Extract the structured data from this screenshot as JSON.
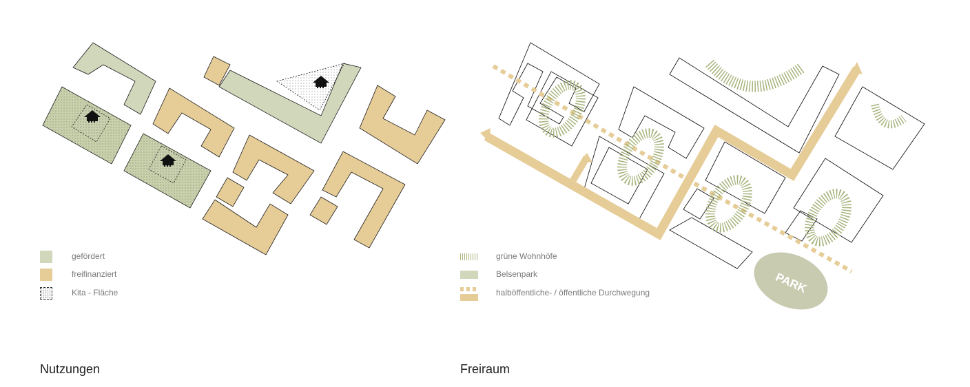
{
  "left": {
    "title": "Nutzungen",
    "legend": [
      {
        "label": "gefördert",
        "swatch": "green-fill"
      },
      {
        "label": "freifinanziert",
        "swatch": "tan-fill"
      },
      {
        "label": "Kita - Fläche",
        "swatch": "dotted-dashed"
      }
    ]
  },
  "right": {
    "title": "Freiraum",
    "park_label": "PARK",
    "legend": [
      {
        "label": "grüne Wohnhöfe",
        "swatch": "green-hatch"
      },
      {
        "label": "Belsenpark",
        "swatch": "green-fill"
      },
      {
        "label": "halböffentliche- / öffentliche Durchwegung",
        "swatch": "tan-dashed-and-solid"
      }
    ]
  },
  "colors": {
    "gefoerdert": "#d1d7bb",
    "freifinanziert": "#e6cc97",
    "hatch": "#a7b37d",
    "outline": "#1a1a1a"
  }
}
